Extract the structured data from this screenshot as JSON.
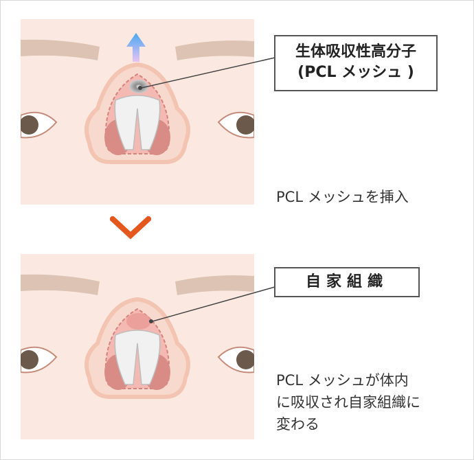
{
  "labels": {
    "pcl_line1": "生体吸収性高分子",
    "pcl_line2": "(PCL メッシュ )",
    "tissue": "自家組織"
  },
  "captions": {
    "step1": "PCL メッシュを挿入",
    "step2_line1": "PCL メッシュが体内",
    "step2_line2": "に吸収され自家組織に",
    "step2_line3": "変わる"
  },
  "colors": {
    "skin": "#fbe9e1",
    "brow": "#dcc3b4",
    "nostril": "#d98b86",
    "cartilage": "#f1f1f1",
    "accent_arrow": "#e4571d",
    "mesh_gray": "#9a9a9a",
    "tissue_pink": "#e89a95",
    "lift_arrow_top": "#49a8f0",
    "lift_arrow_bottom": "#c9a7e8"
  }
}
